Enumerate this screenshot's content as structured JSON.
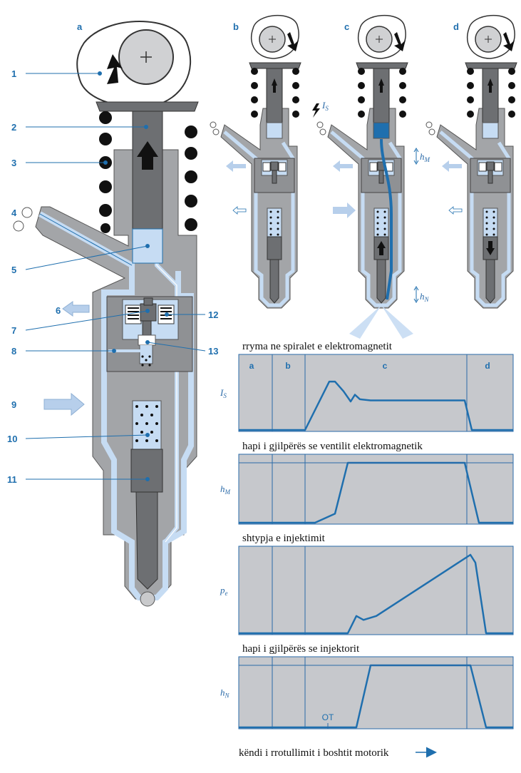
{
  "main_labels": [
    "1",
    "2",
    "3",
    "4",
    "5",
    "6",
    "7",
    "8",
    "9",
    "10",
    "11",
    "12",
    "13"
  ],
  "small_labels": [
    "a",
    "b",
    "c",
    "d"
  ],
  "small_symbols": {
    "b_current": "I",
    "b_current_sub": "S",
    "c_hM": "h",
    "c_hM_sub": "M",
    "c_hN": "h",
    "c_hN_sub": "N"
  },
  "graphs": [
    {
      "title": "rryma ne spiralet e elektromagnetit",
      "y_symbol": "I",
      "y_sub": "S"
    },
    {
      "title": "hapi i gjilpërës se ventilit elektromagnetik",
      "y_symbol": "h",
      "y_sub": "M"
    },
    {
      "title": "shtypja e injektimit",
      "y_symbol": "p",
      "y_sub": "e"
    },
    {
      "title": "hapi i gjilpërës se injektorit",
      "y_symbol": "h",
      "y_sub": "N"
    }
  ],
  "phases": [
    "a",
    "b",
    "c",
    "d"
  ],
  "ot_label": "OT",
  "bottom_label": "këndi i rrotullimit i boshtit motorik",
  "colors": {
    "panel": "#c6c8cc",
    "blue_line": "#1f6fae",
    "fuel": "#c6dcf3",
    "body": "#a3a5a8",
    "dark": "#333333",
    "arrow_fill": "#b7cfeb"
  },
  "chart_data": [
    {
      "type": "line",
      "title": "rryma ne spiralet e elektromagnetit",
      "ylabel": "I_S",
      "phases": [
        "a",
        "b",
        "c",
        "d"
      ],
      "phase_boundaries": [
        382,
        428,
        655
      ],
      "x": [
        335,
        428,
        462,
        470,
        482,
        492,
        498,
        505,
        520,
        652,
        662,
        720
      ],
      "y": [
        0,
        0,
        0.85,
        0.85,
        0.68,
        0.5,
        0.62,
        0.54,
        0.52,
        0.52,
        0,
        0
      ]
    },
    {
      "type": "line",
      "title": "hapi i gjilpërës se ventilit elektromagnetik",
      "ylabel": "h_M",
      "phases": [
        "a",
        "b",
        "c",
        "d"
      ],
      "x": [
        335,
        442,
        470,
        488,
        652,
        672,
        720
      ],
      "y": [
        0,
        0,
        0.15,
        1,
        1,
        0,
        0
      ],
      "reference_level": 1
    },
    {
      "type": "line",
      "title": "shtypja e injektimit",
      "ylabel": "p_e",
      "phases": [
        "a",
        "b",
        "c",
        "d"
      ],
      "x": [
        335,
        488,
        500,
        510,
        528,
        660,
        667,
        682,
        720
      ],
      "y": [
        0,
        0,
        0.22,
        0.17,
        0.22,
        1,
        0.9,
        0,
        0
      ]
    },
    {
      "type": "line",
      "title": "hapi i gjilpërës se injektorit",
      "ylabel": "h_N",
      "phases": [
        "a",
        "b",
        "c",
        "d"
      ],
      "annotation": "OT",
      "x": [
        335,
        500,
        520,
        528,
        660,
        682,
        720
      ],
      "y": [
        0,
        0,
        1,
        1,
        1,
        0,
        0
      ],
      "reference_level": 1
    }
  ]
}
